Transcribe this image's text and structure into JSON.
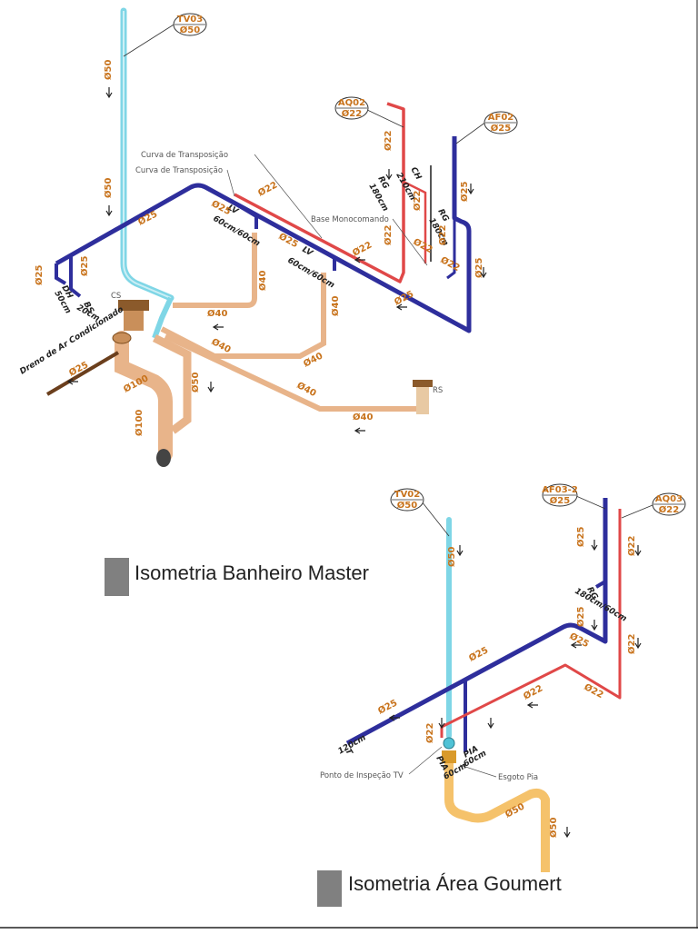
{
  "colors": {
    "cold_water": "#2e2e9c",
    "hot_water": "#e04848",
    "vent": "#7fd6e6",
    "sewer": "#e8b48a",
    "sink_drain": "#f5c26b",
    "condensate": "#6b3f1d",
    "dimension_text": "#c8731c",
    "title_block": "#808080"
  },
  "section1": {
    "title": "Isometria Banheiro Master",
    "tags": {
      "tv03": {
        "line1": "TV03",
        "line2": "Ø50"
      },
      "ao02": {
        "line1": "AQ02",
        "line2": "Ø22"
      },
      "af02": {
        "line1": "AF02",
        "line2": "Ø25"
      }
    },
    "notes": {
      "curva1": "Curva de Transposição",
      "curva2": "Curva de Transposição",
      "base": "Base Monocomando",
      "cs": "CS",
      "rs": "RS",
      "dreno": "Dreno de Ar Condicionado"
    },
    "fixtures": {
      "dh": "DH",
      "dh_h": "50cm",
      "bs": "BS",
      "bs_h": "20cm",
      "lv1": "LV",
      "lv1_h": "60cm/60cm",
      "lv2": "LV",
      "lv2_h": "60cm/60cm",
      "ch": "CH",
      "ch_h": "210cm",
      "rg1": "RG",
      "rg1_h": "180cm",
      "rg2": "RG",
      "rg2_h": "180cm"
    },
    "dims": {
      "d50": "Ø50",
      "d25": "Ø25",
      "d22": "Ø22",
      "d40": "Ø40",
      "d100": "Ø100"
    }
  },
  "section2": {
    "title": "Isometria Área Goumert",
    "tags": {
      "tv02": {
        "line1": "TV02",
        "line2": "Ø50"
      },
      "af03": {
        "line1": "AF03-2",
        "line2": "Ø25"
      },
      "ao03": {
        "line1": "AQ03",
        "line2": "Ø22"
      }
    },
    "notes": {
      "inspecao": "Ponto de Inspeção TV",
      "esgoto": "Esgoto Pia"
    },
    "fixtures": {
      "t": "T",
      "t_h": "120cm",
      "pia1": "PIA",
      "pia1_h": "60cm",
      "pia2": "PIA",
      "pia2_h": "60cm",
      "rg": "RG",
      "rg_h": "180cm/60cm"
    },
    "dims": {
      "d50": "Ø50",
      "d25": "Ø25",
      "d22": "Ø22"
    }
  }
}
